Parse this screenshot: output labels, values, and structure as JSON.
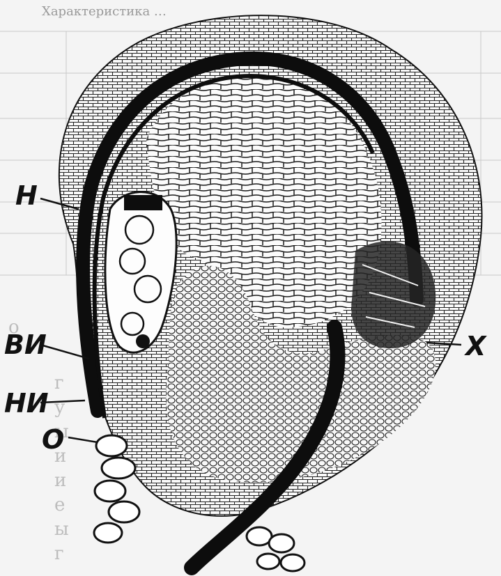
{
  "figure": {
    "labels": {
      "n": "Н",
      "vi": "ВИ",
      "ni": "НИ",
      "o": "О",
      "x": "Х"
    }
  },
  "background_page": {
    "caption": "Характеристика …",
    "text_lines": [
      "о",
      "г",
      "у",
      "ы",
      "и",
      "и",
      "е",
      "ы",
      "г"
    ]
  }
}
